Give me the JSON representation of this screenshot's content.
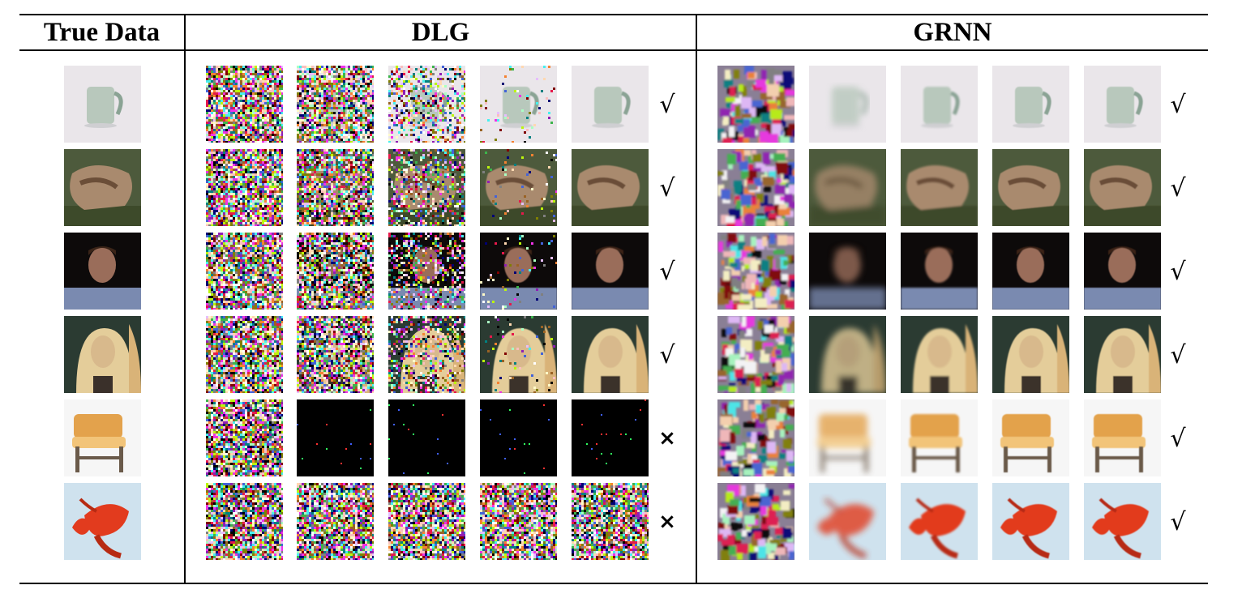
{
  "table": {
    "headers": {
      "true_data": "True Data",
      "dlg": "DLG",
      "grnn": "GRNN"
    },
    "rows": [
      {
        "subject": "mug",
        "dlg_result": "√",
        "grnn_result": "√",
        "colors": {
          "bg": "#eae6ea",
          "fg": "#b8c8bc",
          "dark": "#8aa394"
        }
      },
      {
        "subject": "leopard",
        "dlg_result": "√",
        "grnn_result": "√",
        "colors": {
          "bg": "#4d5a3c",
          "fg": "#a98a6e",
          "dark": "#6b4e38"
        }
      },
      {
        "subject": "man portrait",
        "dlg_result": "√",
        "grnn_result": "√",
        "colors": {
          "bg": "#0d0a0a",
          "fg": "#9a6d5a",
          "dark": "#7a8ab0"
        }
      },
      {
        "subject": "blonde woman portrait",
        "dlg_result": "√",
        "grnn_result": "√",
        "colors": {
          "bg": "#2b3b32",
          "fg": "#d8b98c",
          "dark": "#e4cd9a"
        }
      },
      {
        "subject": "chair",
        "dlg_result": "×",
        "grnn_result": "√",
        "colors": {
          "bg": "#f6f6f6",
          "fg": "#e3a24c",
          "dark": "#6a5a4a"
        }
      },
      {
        "subject": "lobster",
        "dlg_result": "×",
        "grnn_result": "√",
        "colors": {
          "bg": "#cfe2ee",
          "fg": "#e23b1e",
          "dark": "#b72a12"
        }
      }
    ]
  }
}
